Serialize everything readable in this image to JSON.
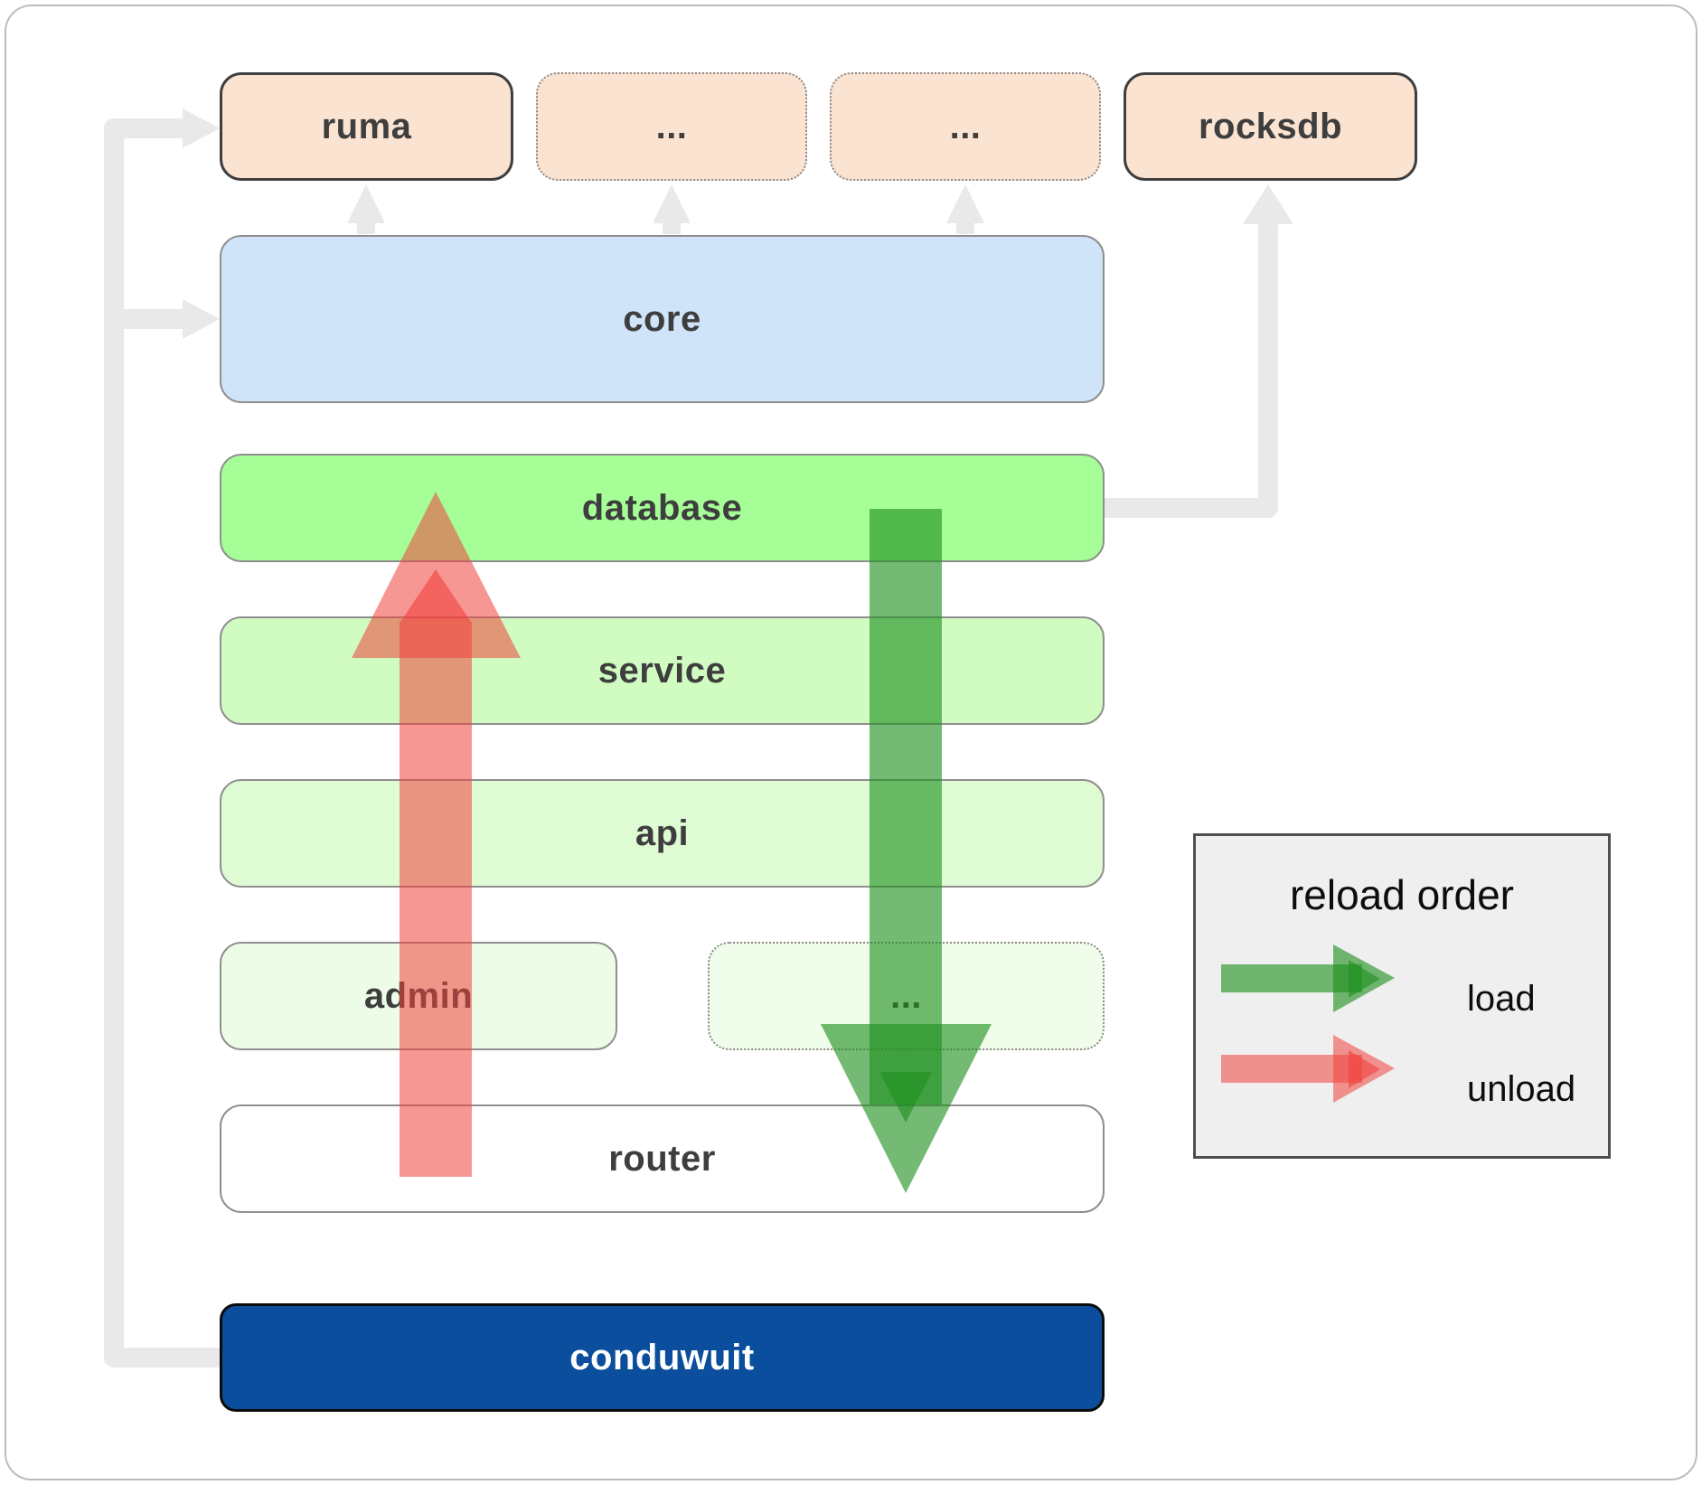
{
  "diagram": {
    "nodes": {
      "ruma": "ruma",
      "more1": "...",
      "more2": "...",
      "rocksdb": "rocksdb",
      "core": "core",
      "database": "database",
      "service": "service",
      "api": "api",
      "admin": "admin",
      "more3": "...",
      "router": "router",
      "conduwuit": "conduwuit"
    },
    "legend": {
      "title": "reload order",
      "load_label": "load",
      "unload_label": "unload"
    },
    "colors": {
      "peach_fill": "#fbe3d2",
      "core_fill": "#cfe4f8",
      "database_fill": "#a6fe97",
      "service_fill": "#d0fcc2",
      "api_fill": "#dffbd4",
      "admin_fill": "#edfce6",
      "more3_fill": "#f0fdea",
      "router_fill": "#ffffff",
      "conduwuit_fill": "#0b4e9d",
      "legend_bg": "#efefef",
      "connector_gray": "#e9e9e9",
      "load_green": "#1e8f1e",
      "unload_red": "#f0413c"
    }
  }
}
